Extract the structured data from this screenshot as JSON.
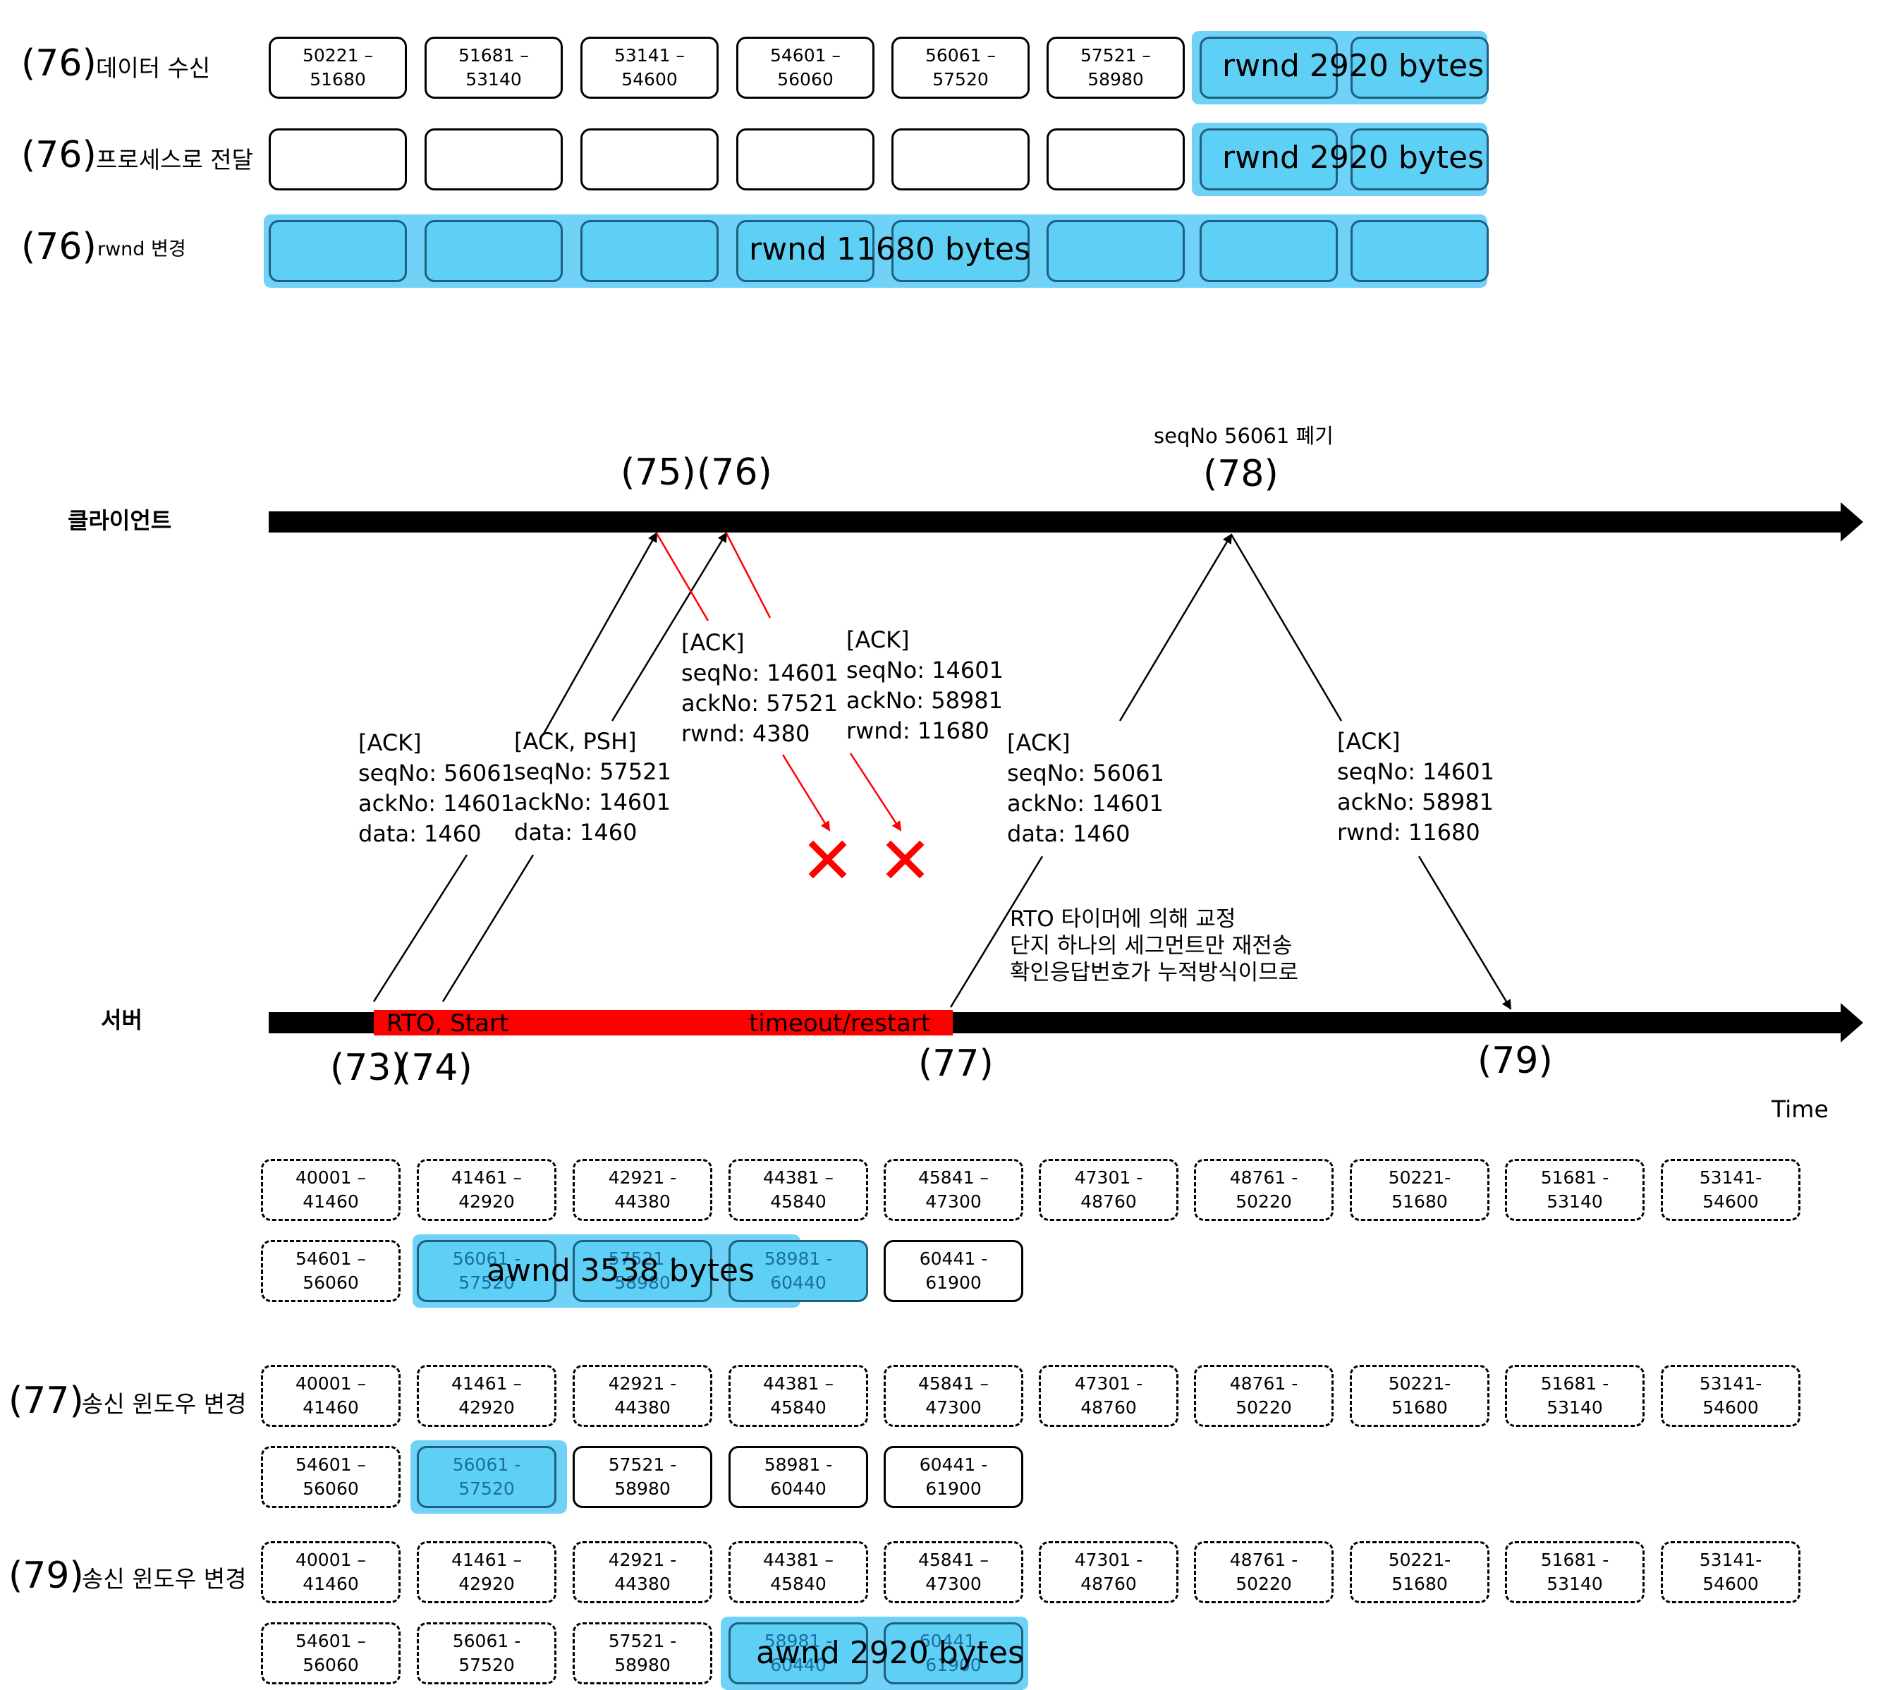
{
  "colors": {
    "highlight": "#6fd2f6",
    "box_fill": "#5fd0f5",
    "timeout_bar": "#ff0000",
    "ack_lost": "#ff0000"
  },
  "top": {
    "rows": [
      {
        "step": "(76)",
        "label": "데이터 수신",
        "boxes": [
          "50221 – 51680",
          "51681 – 53140",
          "53141 – 54600",
          "54601 – 56060",
          "56061 – 57520",
          "57521 – 58980",
          "",
          ""
        ],
        "window_label": "rwnd 2920 bytes"
      },
      {
        "step": "(76)",
        "label": "프로세스로 전달",
        "boxes": [
          "",
          "",
          "",
          "",
          "",
          "",
          "",
          ""
        ],
        "window_label": "rwnd 2920 bytes"
      },
      {
        "step": "(76)",
        "label": "rwnd 변경",
        "boxes": [
          "",
          "",
          "",
          "",
          "",
          "",
          "",
          ""
        ],
        "window_label": "rwnd 11680 bytes"
      }
    ]
  },
  "timeline": {
    "client_label": "클라이언트",
    "server_label": "서버",
    "client_steps": [
      "(75)",
      "(76)",
      "(78)"
    ],
    "discard_note": "seqNo 56061 폐기",
    "server_steps": [
      "(73)",
      "(74)",
      "(77)",
      "(79)"
    ],
    "time_label": "Time",
    "rto_start": "RTO, Start",
    "rto_timeout": "timeout/restart",
    "retrans_note": [
      "RTO 타이머에 의해 교정",
      "단지 하나의 세그먼트만 재전송",
      "확인응답번호가 누적방식이므로"
    ],
    "lost_marks": [
      "✕",
      "✕"
    ],
    "segments": [
      {
        "lines": [
          "[ACK]",
          "seqNo: 56061",
          "ackNo: 14601",
          "data: 1460"
        ]
      },
      {
        "lines": [
          "[ACK, PSH]",
          "seqNo: 57521",
          "ackNo: 14601",
          "data: 1460"
        ]
      },
      {
        "lines": [
          "[ACK]",
          "seqNo: 14601",
          "ackNo: 57521",
          "rwnd: 4380"
        ]
      },
      {
        "lines": [
          "[ACK]",
          "seqNo: 14601",
          "ackNo: 58981",
          "rwnd: 11680"
        ]
      },
      {
        "lines": [
          "[ACK]",
          "seqNo: 56061",
          "ackNo: 14601",
          "data: 1460"
        ]
      },
      {
        "lines": [
          "[ACK]",
          "seqNo: 14601",
          "ackNo: 58981",
          "rwnd: 11680"
        ]
      }
    ]
  },
  "bottom": {
    "groups": [
      {
        "step": "",
        "label": "",
        "row1": [
          "40001 – 41460",
          "41461 – 42920",
          "42921 - 44380",
          "44381 – 45840",
          "45841 – 47300",
          "47301 - 48760",
          "48761 - 50220",
          "50221- 51680",
          "51681 - 53140",
          "53141- 54600"
        ],
        "row2": [
          "54601 – 56060",
          "56061 - 57520",
          "57521 - 58980",
          "58981 - 60440",
          "60441 - 61900"
        ],
        "window_label": "awnd 3538 bytes"
      },
      {
        "step": "(77)",
        "label": "송신 윈도우 변경",
        "row1": [
          "40001 – 41460",
          "41461 – 42920",
          "42921 - 44380",
          "44381 – 45840",
          "45841 – 47300",
          "47301 - 48760",
          "48761 - 50220",
          "50221- 51680",
          "51681 - 53140",
          "53141- 54600"
        ],
        "row2": [
          "54601 – 56060",
          "56061 - 57520",
          "57521 - 58980",
          "58981 - 60440",
          "60441 - 61900"
        ],
        "window_label": ""
      },
      {
        "step": "(79)",
        "label": "송신 윈도우 변경",
        "row1": [
          "40001 – 41460",
          "41461 – 42920",
          "42921 - 44380",
          "44381 – 45840",
          "45841 – 47300",
          "47301 - 48760",
          "48761 - 50220",
          "50221- 51680",
          "51681 - 53140",
          "53141- 54600"
        ],
        "row2": [
          "54601 – 56060",
          "56061 - 57520",
          "57521 - 58980",
          "58981 - 60440",
          "60441 - 61900"
        ],
        "window_label": "awnd 2920 bytes"
      }
    ]
  }
}
